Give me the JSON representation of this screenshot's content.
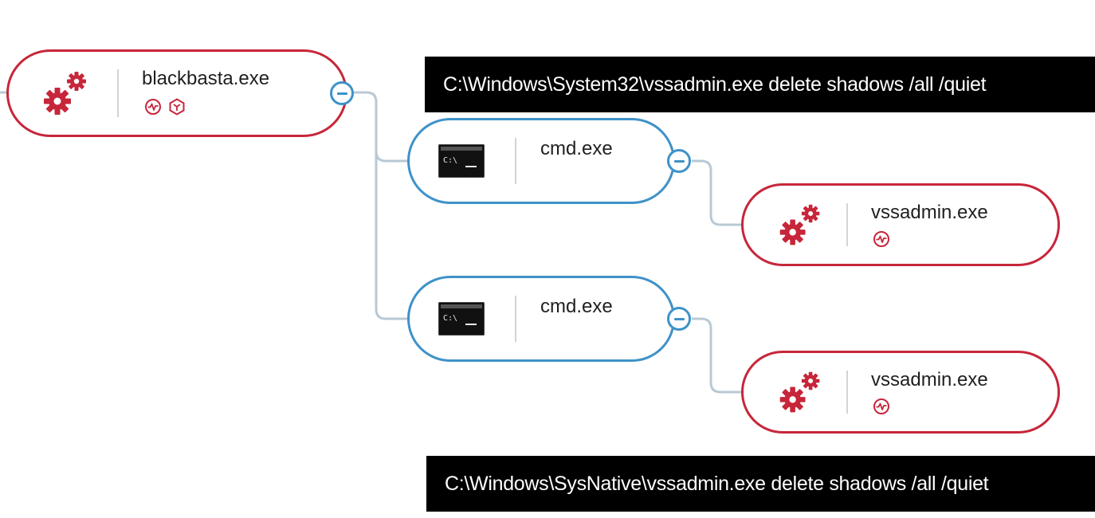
{
  "tooltips": {
    "top": "C:\\Windows\\System32\\vssadmin.exe delete shadows /all /quiet",
    "bottom": "C:\\Windows\\SysNative\\vssadmin.exe delete shadows /all /quiet"
  },
  "nodes": {
    "root": {
      "name": "blackbasta.exe",
      "type": "process",
      "icon": "gears-icon",
      "badges": [
        "activity-icon",
        "hexagon-alert-icon"
      ]
    },
    "cmd1": {
      "name": "cmd.exe",
      "type": "cmd",
      "icon": "terminal-icon",
      "prompt": "C:\\"
    },
    "vss1": {
      "name": "vssadmin.exe",
      "type": "process",
      "icon": "gears-icon",
      "badges": [
        "activity-icon"
      ]
    },
    "cmd2": {
      "name": "cmd.exe",
      "type": "cmd",
      "icon": "terminal-icon",
      "prompt": "C:\\"
    },
    "vss2": {
      "name": "vssadmin.exe",
      "type": "process",
      "icon": "gears-icon",
      "badges": [
        "activity-icon"
      ]
    }
  },
  "colors": {
    "process_border": "#c7263a",
    "cmd_border": "#3f92c8",
    "connector": "#b8c9d4",
    "tooltip_bg": "#000000"
  }
}
